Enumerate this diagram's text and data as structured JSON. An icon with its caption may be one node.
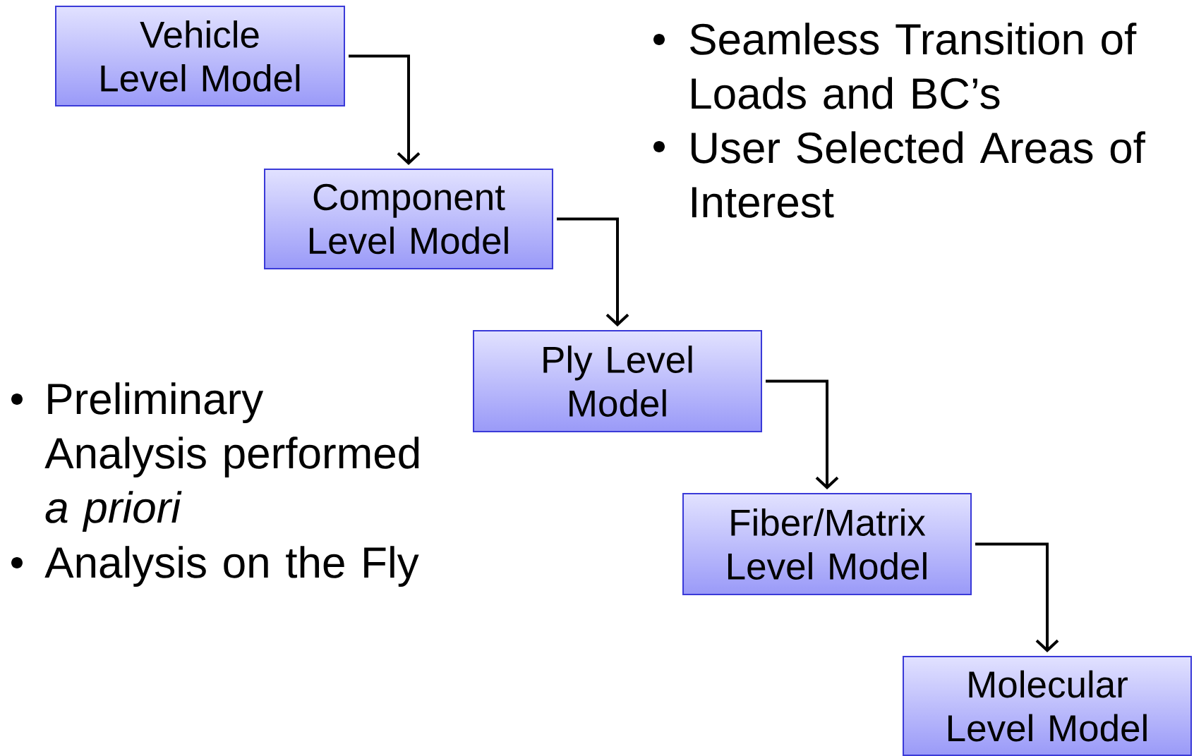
{
  "diagram": {
    "nodes": [
      {
        "text": [
          "Vehicle Level Model"
        ]
      },
      {
        "text": [
          "Component Level Model"
        ]
      },
      {
        "text": [
          "Ply Level Model"
        ]
      },
      {
        "text": [
          "Fiber/Matrix Level Model"
        ]
      },
      {
        "text": [
          "Molecular Level Model"
        ]
      }
    ],
    "edges": [
      {
        "from": 0,
        "to": 1,
        "arrow": "to"
      },
      {
        "from": 1,
        "to": 2,
        "arrow": "to"
      },
      {
        "from": 2,
        "to": 3,
        "arrow": "to"
      },
      {
        "from": 3,
        "to": 4,
        "arrow": "to"
      }
    ],
    "labels": [
      "Seamless Transition of Loads and BC’s",
      "User Selected Areas of Interest",
      "Preliminary Analysis performed *a priori*",
      "Analysis on the Fly"
    ]
  }
}
